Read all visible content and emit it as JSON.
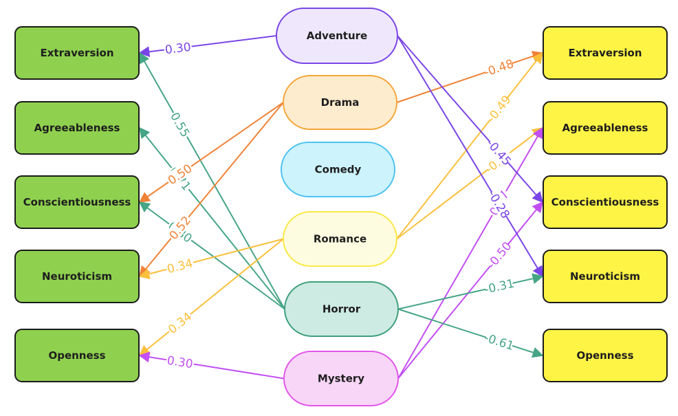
{
  "diagram": {
    "left_traits": [
      {
        "id": "L-extraversion",
        "label": "Extraversion"
      },
      {
        "id": "L-agreeableness",
        "label": "Agreeableness"
      },
      {
        "id": "L-conscientiousness",
        "label": "Conscientiousness"
      },
      {
        "id": "L-neuroticism",
        "label": "Neuroticism"
      },
      {
        "id": "L-openness",
        "label": "Openness"
      }
    ],
    "right_traits": [
      {
        "id": "R-extraversion",
        "label": "Extraversion"
      },
      {
        "id": "R-agreeableness",
        "label": "Agreeableness"
      },
      {
        "id": "R-conscientiousness",
        "label": "Conscientiousness"
      },
      {
        "id": "R-neuroticism",
        "label": "Neuroticism"
      },
      {
        "id": "R-openness",
        "label": "Openness"
      }
    ],
    "left_trait_fill": "#8fd14f",
    "right_trait_fill": "#fef445",
    "trait_stroke": "#1a1a1a",
    "genres": [
      {
        "id": "adventure",
        "label": "Adventure",
        "fill": "#efe8fd",
        "stroke": "#7a45e6"
      },
      {
        "id": "drama",
        "label": "Drama",
        "fill": "#fdecce",
        "stroke": "#f5a536"
      },
      {
        "id": "comedy",
        "label": "Comedy",
        "fill": "#cdf3fd",
        "stroke": "#4ec3ef"
      },
      {
        "id": "romance",
        "label": "Romance",
        "fill": "#fefce0",
        "stroke": "#fae845"
      },
      {
        "id": "horror",
        "label": "Horror",
        "fill": "#cdebe3",
        "stroke": "#3f9f7c"
      },
      {
        "id": "mystery",
        "label": "Mystery",
        "fill": "#f8d6f7",
        "stroke": "#e256ea"
      }
    ],
    "edges": [
      {
        "from": "adventure",
        "to": "L-extraversion",
        "label": "0.30",
        "color": "#7a45e6"
      },
      {
        "from": "horror",
        "to": "L-extraversion",
        "label": "0.55",
        "color": "#45a584"
      },
      {
        "from": "horror",
        "to": "L-agreeableness",
        "label": "0.71",
        "color": "#45a584"
      },
      {
        "from": "drama",
        "to": "L-conscientiousness",
        "label": "0.50",
        "color": "#f08236"
      },
      {
        "from": "horror",
        "to": "L-conscientiousness",
        "label": "0.30",
        "color": "#45a584"
      },
      {
        "from": "drama",
        "to": "L-neuroticism",
        "label": "0.52",
        "color": "#f08236"
      },
      {
        "from": "romance",
        "to": "L-neuroticism",
        "label": "0.34",
        "color": "#fac03b"
      },
      {
        "from": "romance",
        "to": "L-openness",
        "label": "0.34",
        "color": "#fac03b"
      },
      {
        "from": "mystery",
        "to": "L-openness",
        "label": "0.30",
        "color": "#c24ef5"
      },
      {
        "from": "drama",
        "to": "R-extraversion",
        "label": "-0.48",
        "color": "#f08236"
      },
      {
        "from": "romance",
        "to": "R-extraversion",
        "label": "-0.49",
        "color": "#fac03b"
      },
      {
        "from": "romance",
        "to": "R-agreeableness",
        "label": "-0.41",
        "color": "#fac03b"
      },
      {
        "from": "mystery",
        "to": "R-agreeableness",
        "label": "0.37",
        "color": "#c24ef5"
      },
      {
        "from": "adventure",
        "to": "R-conscientiousness",
        "label": "-0.45",
        "color": "#7a45e6"
      },
      {
        "from": "mystery",
        "to": "R-conscientiousness",
        "label": "-0.50",
        "color": "#c24ef5"
      },
      {
        "from": "adventure",
        "to": "R-neuroticism",
        "label": "-0.28",
        "color": "#7a45e6"
      },
      {
        "from": "horror",
        "to": "R-neuroticism",
        "label": "-0.31",
        "color": "#45a584"
      },
      {
        "from": "horror",
        "to": "R-openness",
        "label": "-0.61",
        "color": "#45a584"
      }
    ]
  }
}
